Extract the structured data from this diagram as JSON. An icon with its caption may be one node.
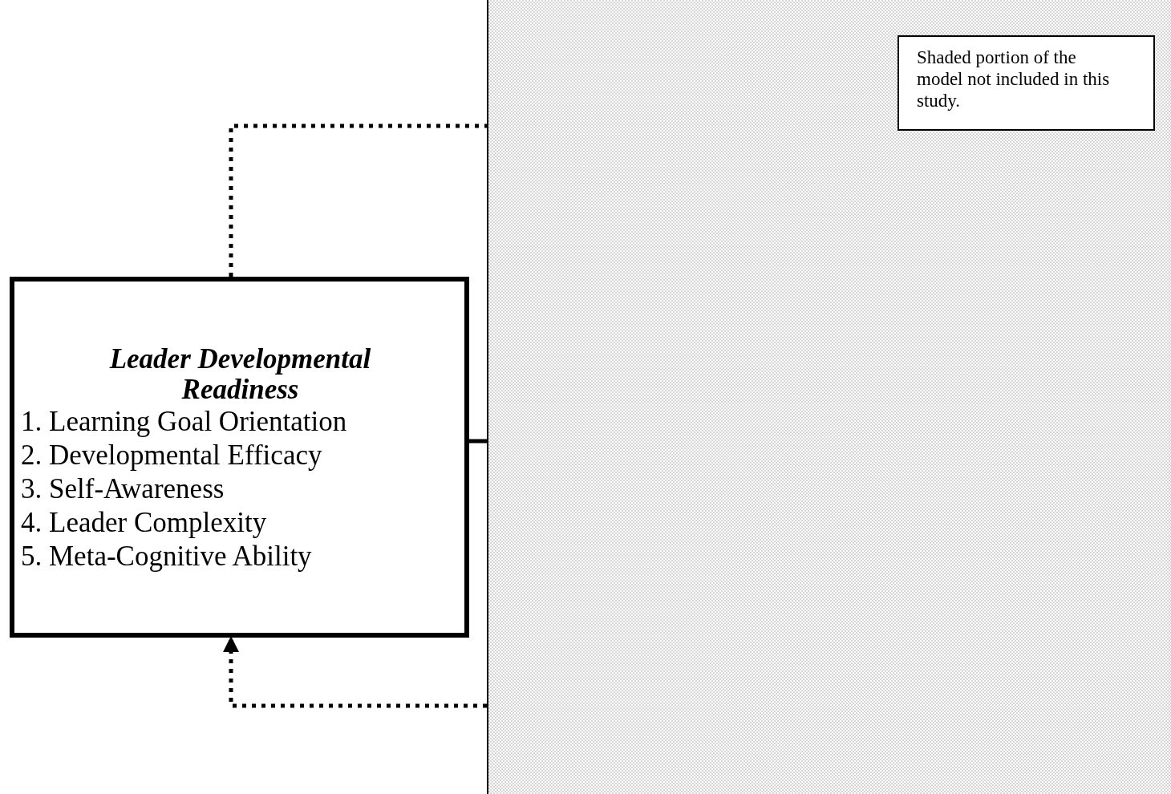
{
  "diagram": {
    "nodes": [
      {
        "text": [],
        "shape": "box"
      },
      {
        "text": [
          "Shaded portion of the model not included in this study."
        ],
        "in": 0
      },
      {
        "text": [
          "Leader Developmental Readiness",
          "1. Learning Goal Orientation",
          "2. Developmental Efficacy",
          "3. Self-Awareness",
          "4. Leader Complexity",
          "5. Meta-Cognitive Ability"
        ]
      }
    ],
    "edges": [
      {
        "from": 2,
        "to": 0,
        "arrow": "none",
        "style": "dashed"
      },
      {
        "from": 0,
        "to": 2,
        "arrow": "to",
        "style": "dashed"
      },
      {
        "from": 2,
        "to": 0,
        "arrow": "none"
      }
    ]
  }
}
